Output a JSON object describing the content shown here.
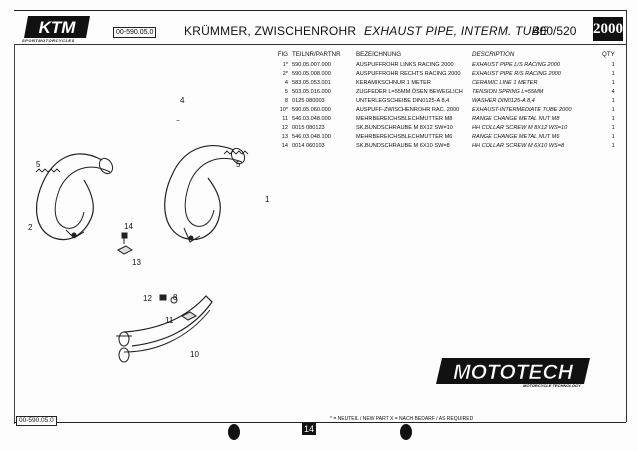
{
  "header": {
    "brand": "KTM",
    "brand_sub": "SPORTMOTORCYCLES",
    "part_ref": "00-590.05.0",
    "title_de": "KRÜMMER, ZWISCHENROHR",
    "title_en": "EXHAUST PIPE, INTERM. TUBE",
    "model": "400/520",
    "year": "2000"
  },
  "table": {
    "headers": {
      "fig": "FIG",
      "partnr": "TEILNR/PARTNR",
      "de": "BEZEICHNUNG",
      "en": "DESCRIPTION",
      "qty": "QTY"
    },
    "rows": [
      {
        "fig": "1*",
        "partnr": "590.05.007.000",
        "de": "AUSPUFFROHR LINKS RACING 2000",
        "en": "EXHAUST PIPE L/S RACING 2000",
        "qty": "1"
      },
      {
        "fig": "2*",
        "partnr": "590.05.008.000",
        "de": "AUSPUFFROHR RECHTS RACING 2000",
        "en": "EXHAUST PIPE R/S RACING 2000",
        "qty": "1"
      },
      {
        "fig": "4",
        "partnr": "583.05.053.001",
        "de": "KERAMIKSCHNUR 1 METER",
        "en": "CERAMIC LINE 1 METER",
        "qty": "1"
      },
      {
        "fig": "5",
        "partnr": "503.05.016.000",
        "de": "ZUGFEDER L=55MM ÖSEN BEWEGLICH",
        "en": "TENSION SPRING L=55MM",
        "qty": "4"
      },
      {
        "fig": "8",
        "partnr": "0125 080003",
        "de": "UNTERLEGSCHEIBE DIN0125-A 8,4",
        "en": "WASHER DIN0125-A 8,4",
        "qty": "1"
      },
      {
        "fig": "10*",
        "partnr": "590.05.060.000",
        "de": "AUSPUFF-ZWISCHENROHR RAC. 2000",
        "en": "EXHAUST-INTERMEDIATE TUBE 2000",
        "qty": "1"
      },
      {
        "fig": "11",
        "partnr": "546.03.048.000",
        "de": "MEHRBEREICHSBLECHMUTTER M8",
        "en": "RANGE CHANGE METAL NUT M8",
        "qty": "1"
      },
      {
        "fig": "12",
        "partnr": "0015 080123",
        "de": "SK.BUNDSCHRAUBE M 8X12  SW=10",
        "en": "HH COLLAR SCREW M 8X12 WS=10",
        "qty": "1"
      },
      {
        "fig": "13",
        "partnr": "546.03.048.100",
        "de": "MEHRBEREICHSBLECHMUTTER M6",
        "en": "RANGE CHANGE METAL NUT M6",
        "qty": "1"
      },
      {
        "fig": "14",
        "partnr": "0014 060103",
        "de": "SK.BUNDSCHRAUBE M 6X10  SW=8",
        "en": "HH COLLAR SCREW M 6X10  WS=8",
        "qty": "1"
      }
    ]
  },
  "callouts": {
    "c1": "1",
    "c2": "2",
    "c4": "4",
    "c5a": "5",
    "c5b": "5",
    "c8": "8",
    "c10": "10",
    "c11": "11",
    "c12": "12",
    "c13": "13",
    "c14": "14"
  },
  "footer": {
    "part_ref": "00-590.05.0",
    "legend": "* = NEUTEIL / NEW PART      X = NACH BEDARF / AS REQUIRED",
    "page": "14",
    "mototech": "MOTOTECH",
    "mototech_sub": "MOTORCYCLE TECHNOLOGY"
  }
}
